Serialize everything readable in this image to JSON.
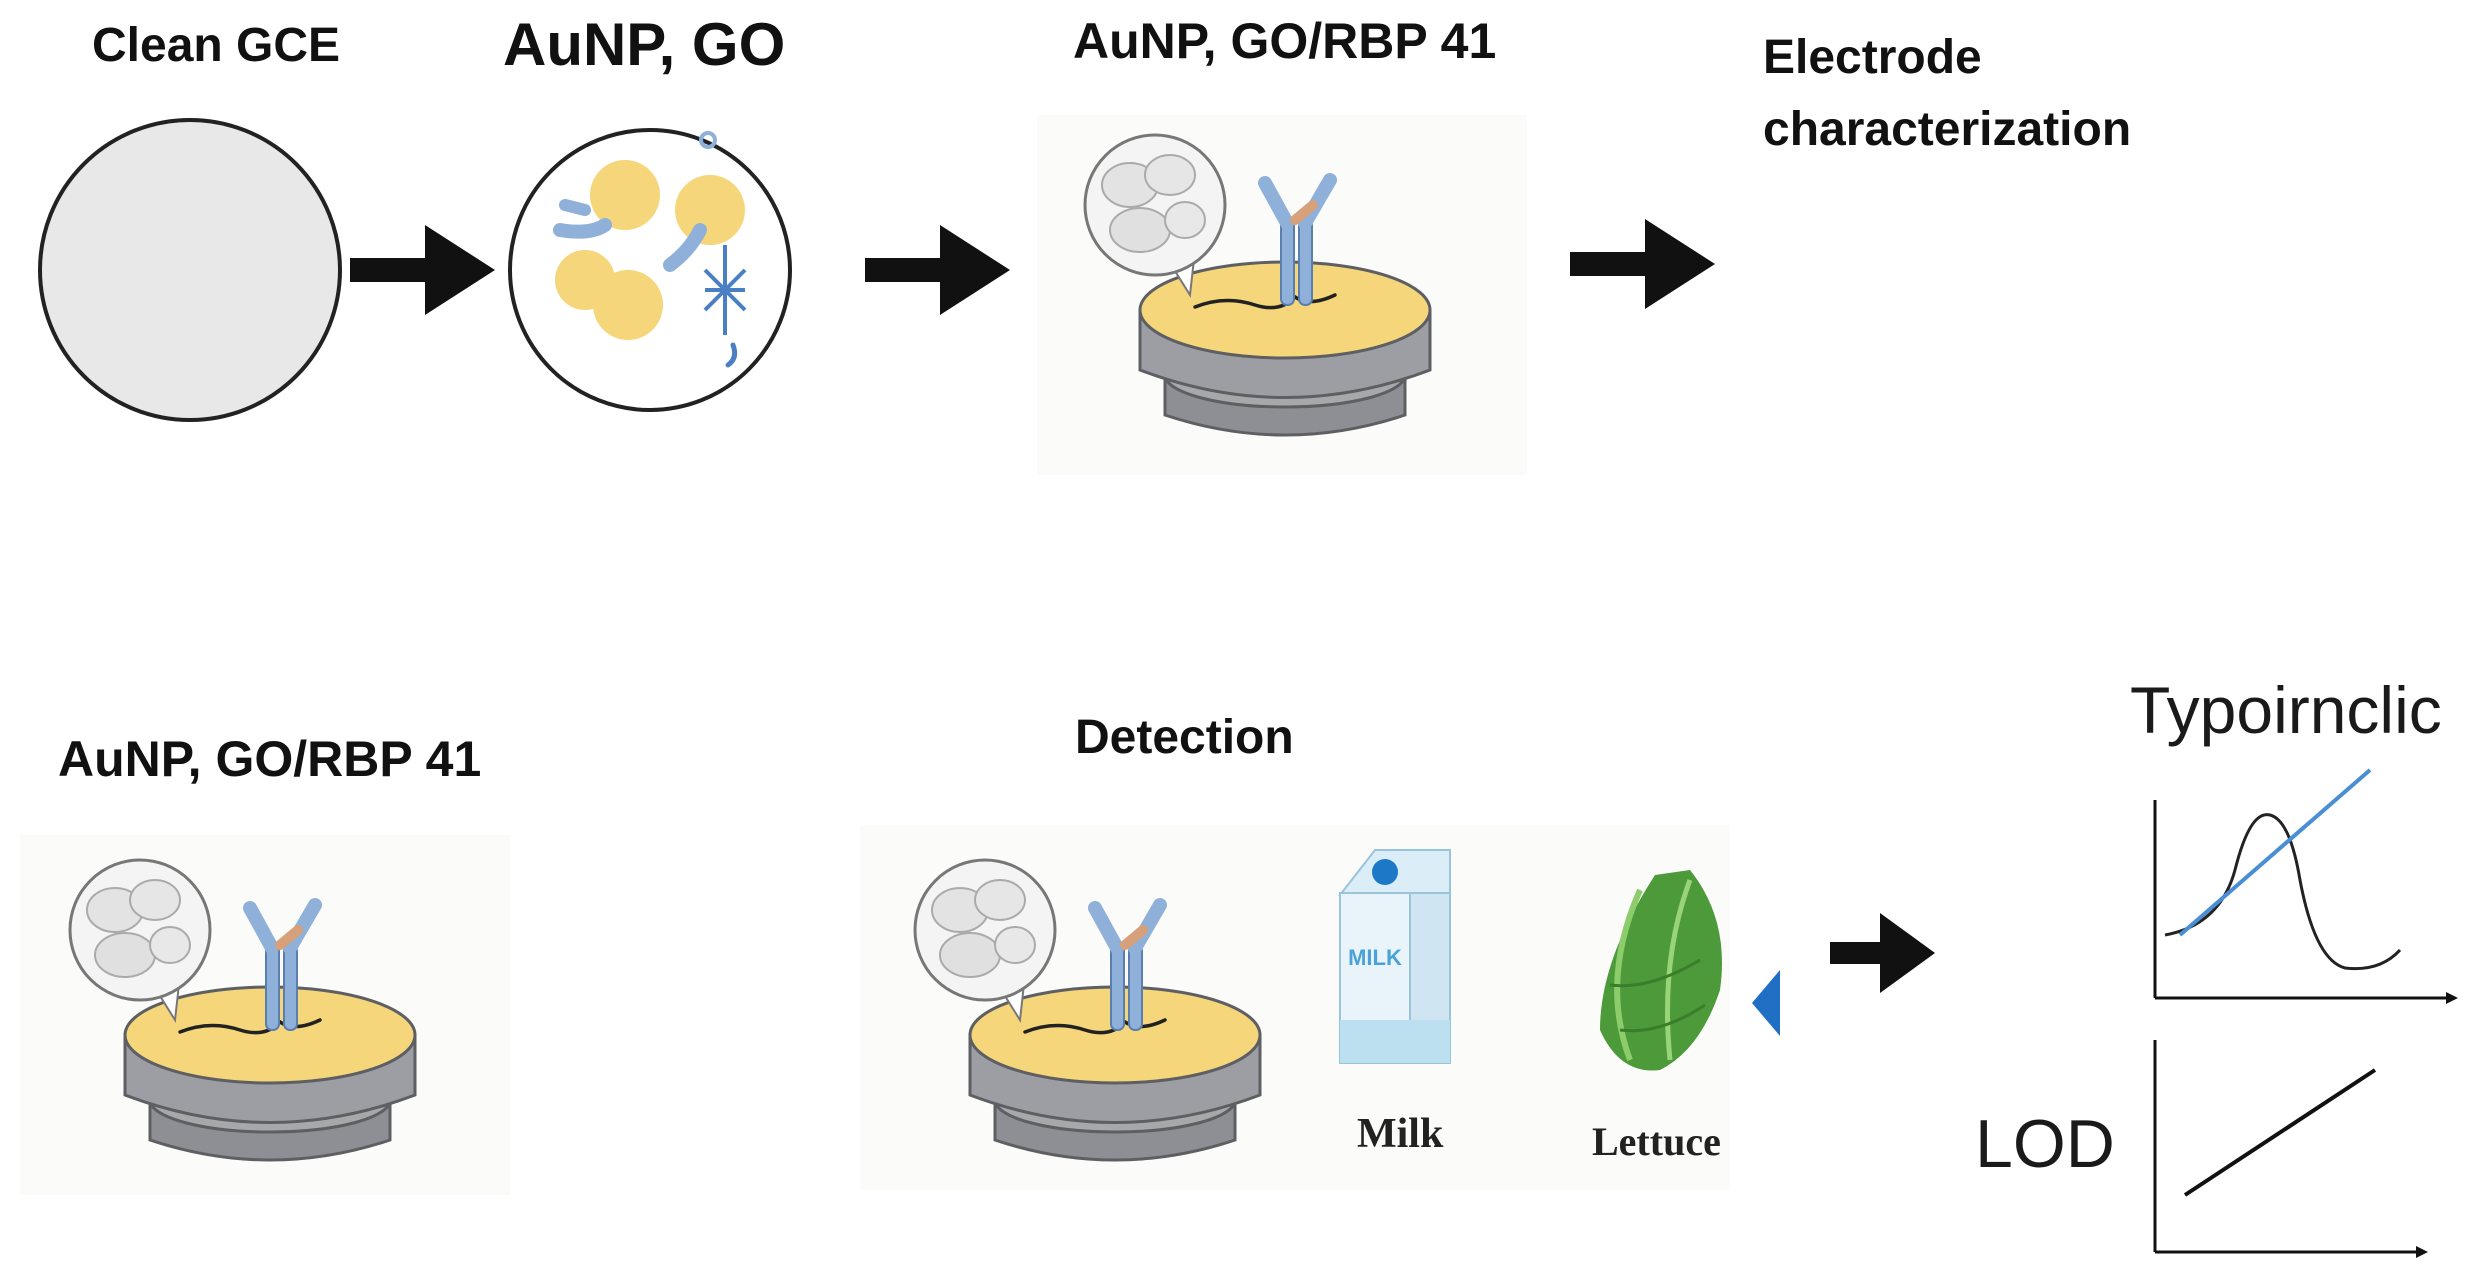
{
  "row1": {
    "step1_label": "Clean GCE",
    "step2_label": "AuNP, GO",
    "step3_label": "AuNP, GO/RBP 41",
    "step4_label": "Electrode characterization"
  },
  "row2": {
    "electrode_label": "AuNP, GO/RBP 41",
    "detection_label": "Detection",
    "milk_carton_text": "MILK",
    "milk_label": "Milk",
    "lettuce_label": "Lettuce",
    "plot_top_label": "Typoirnclic",
    "plot_bottom_label": "LOD"
  },
  "colors": {
    "gold": "#f5d67a",
    "antibody_blue": "#8fb0d8",
    "electrode_gray": "#8d8f94",
    "line_blue": "#4a8ed4",
    "pointer_blue": "#1f6fc4"
  }
}
